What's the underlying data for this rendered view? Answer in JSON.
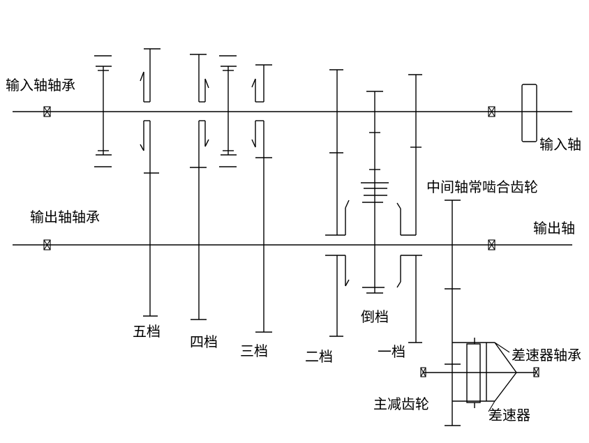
{
  "labels": {
    "input_bearing": "输入轴轴承",
    "input_shaft": "输入轴",
    "countershaft_gear": "中间轴常啮合齿轮",
    "output_bearing": "输出轴轴承",
    "output_shaft": "输出轴",
    "gear5": "五档",
    "gear4": "四档",
    "gear3": "三档",
    "gear2": "二档",
    "reverse": "倒档",
    "gear1": "一档",
    "diff_bearing": "差速器轴承",
    "final_drive": "主减齿轮",
    "differential": "差速器"
  }
}
